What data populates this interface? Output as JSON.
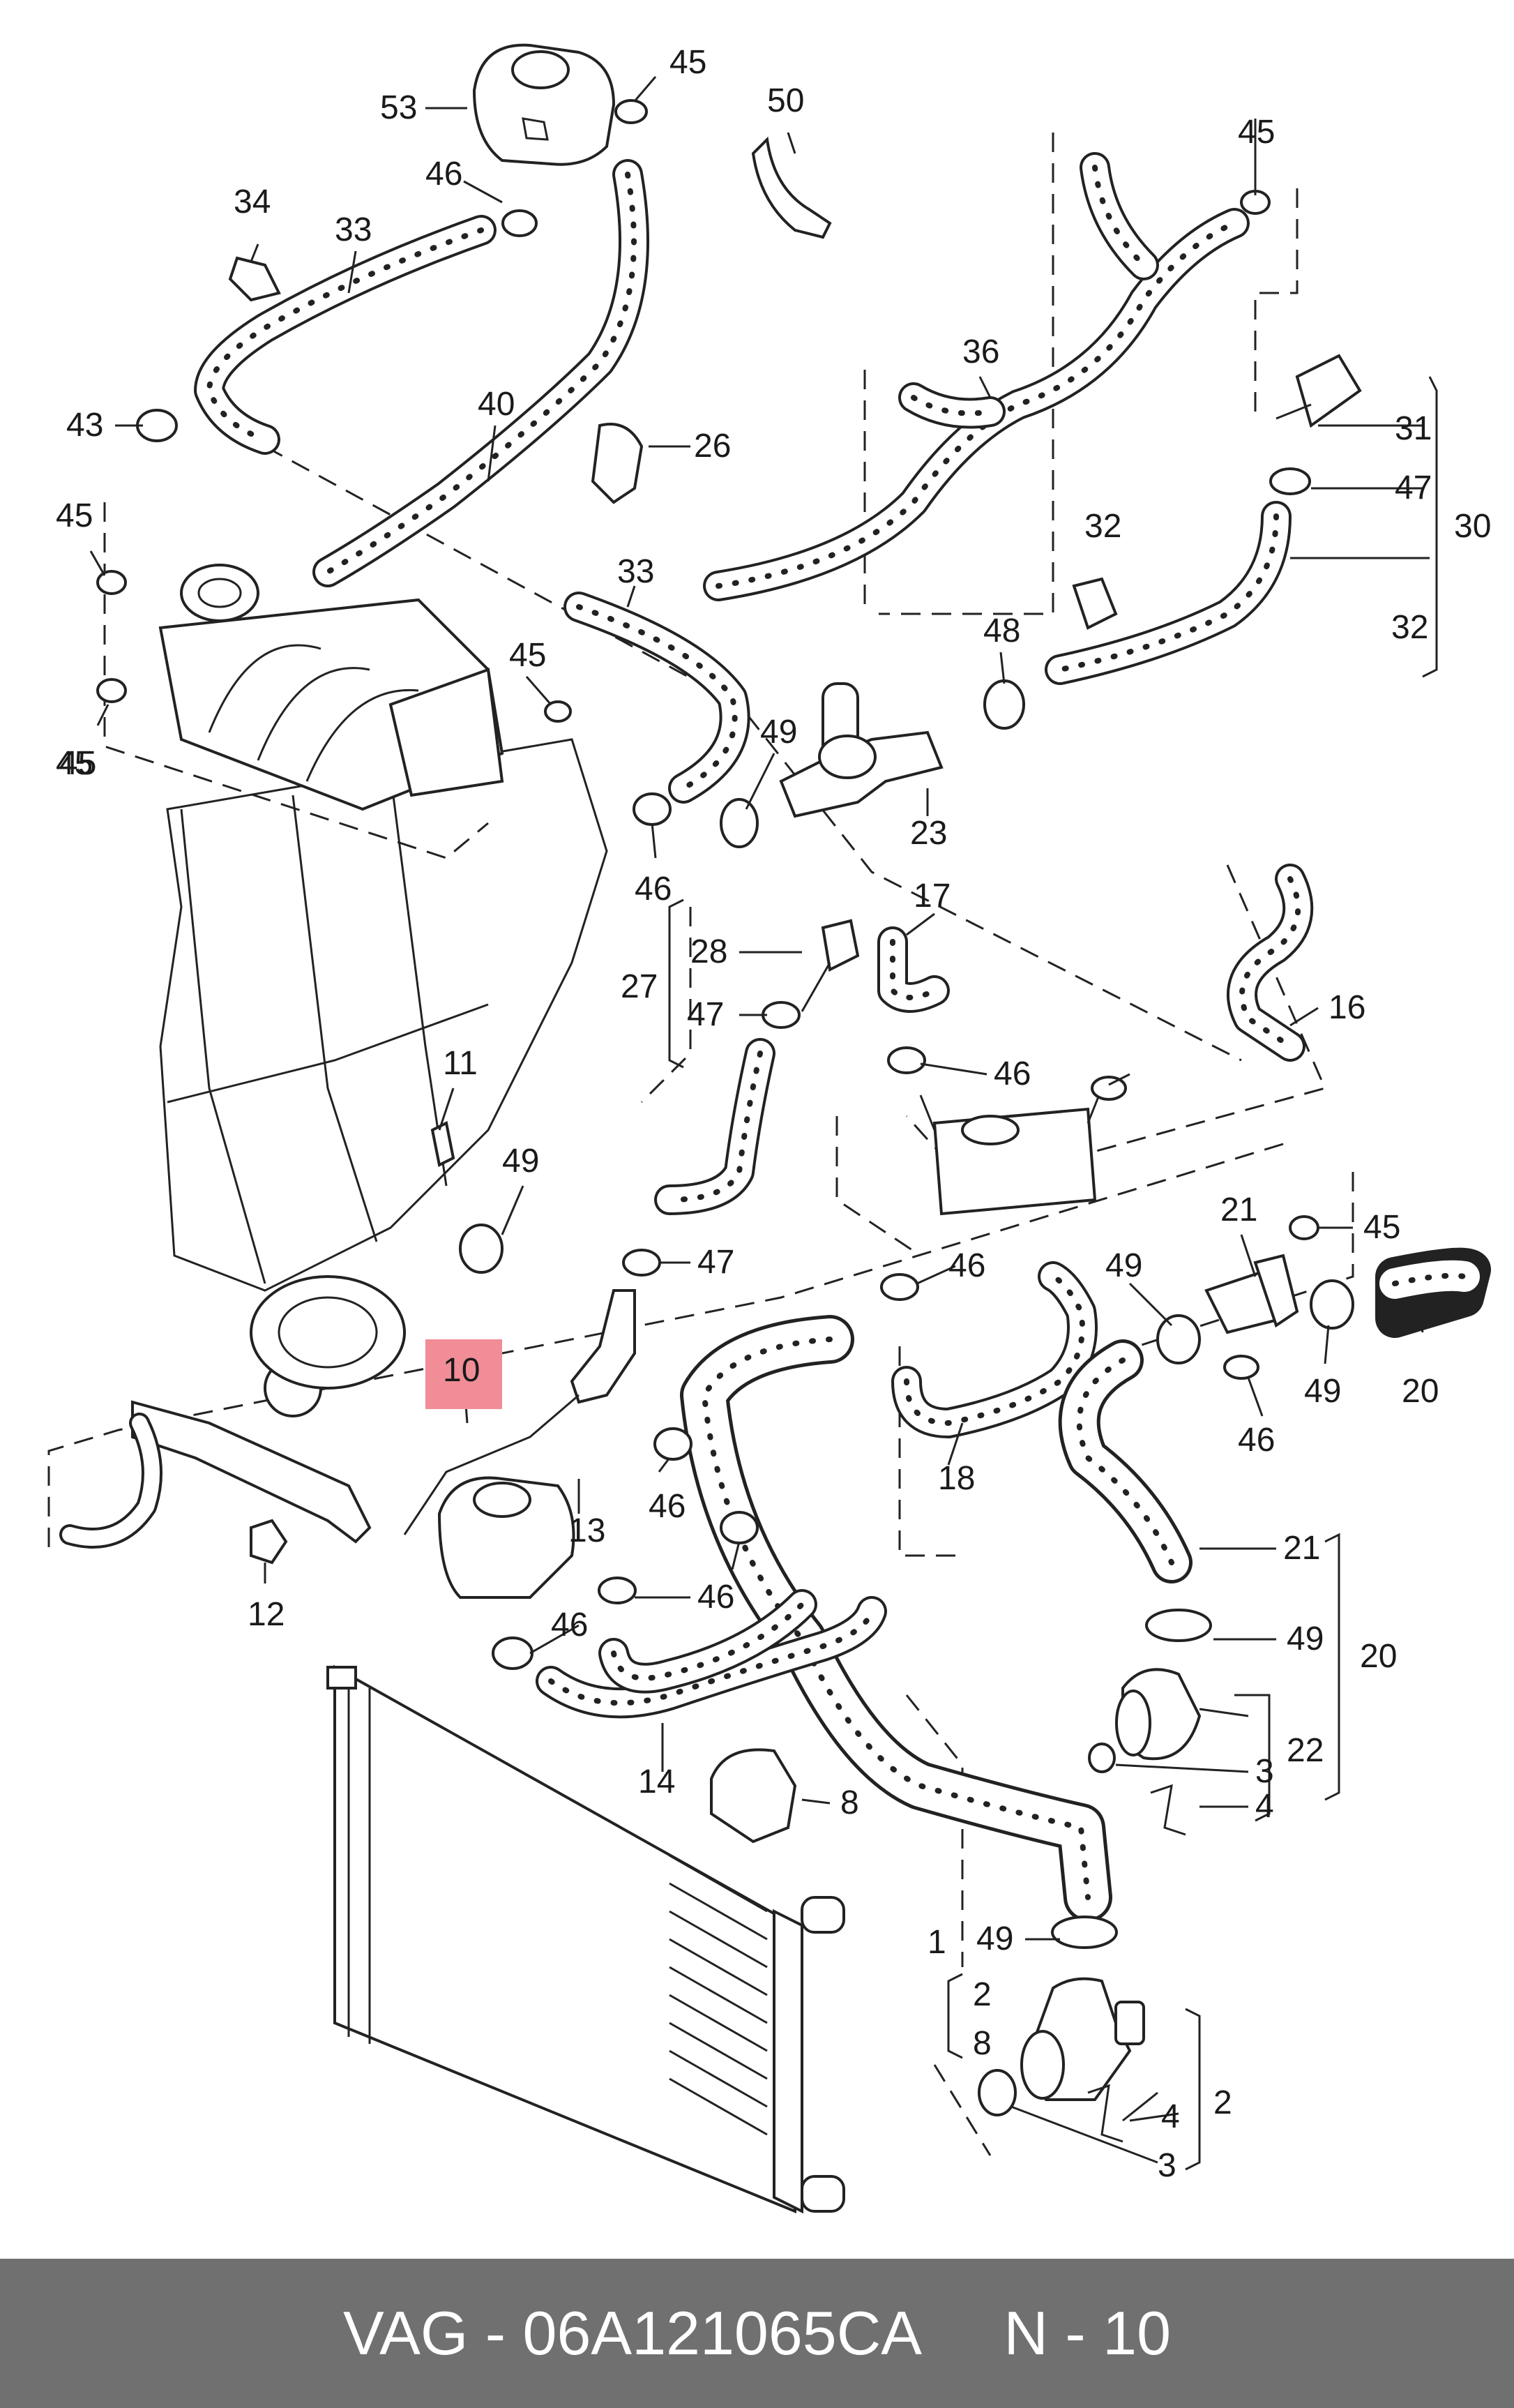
{
  "diagram": {
    "highlight_color": "#f08d96",
    "highlighted_callout": "10",
    "callouts": [
      "53",
      "45",
      "50",
      "46",
      "34",
      "33",
      "45",
      "43",
      "40",
      "26",
      "45",
      "45",
      "36",
      "31",
      "47",
      "30",
      "32",
      "32",
      "33",
      "45",
      "48",
      "45",
      "49",
      "23",
      "46",
      "17",
      "28",
      "27",
      "47",
      "16",
      "46",
      "11",
      "49",
      "47",
      "21",
      "45",
      "46",
      "49",
      "10",
      "13",
      "49",
      "20",
      "46",
      "18",
      "46",
      "12",
      "46",
      "46",
      "21",
      "49",
      "20",
      "22",
      "14",
      "3",
      "4",
      "8",
      "1",
      "2",
      "8",
      "49",
      "4",
      "2",
      "3"
    ]
  },
  "footer": {
    "part_number_text": "VAG - 06A121065CA",
    "page_text": "N - 10",
    "background": "#707070"
  }
}
